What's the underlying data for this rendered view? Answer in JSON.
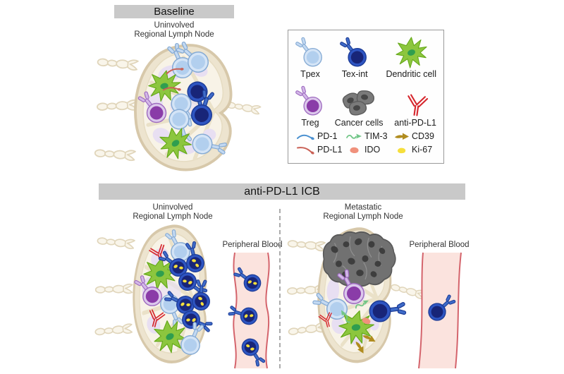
{
  "baseline": {
    "header": "Baseline",
    "node_label": [
      "Uninvolved",
      "Regional Lymph Node"
    ]
  },
  "icb": {
    "header": "anti-PD-L1 ICB",
    "left": {
      "node_label": [
        "Uninvolved",
        "Regional Lymph Node"
      ],
      "blood_label": "Peripheral Blood"
    },
    "right": {
      "node_label": [
        "Metastatic",
        "Regional Lymph Node"
      ],
      "blood_label": "Peripheral Blood"
    }
  },
  "legend": {
    "cells": [
      {
        "icon": "tpex-cell-icon",
        "label": "Tpex"
      },
      {
        "icon": "tex-int-cell-icon",
        "label": "Tex-int"
      },
      {
        "icon": "dendritic-cell-icon",
        "label": "Dendritic cell"
      },
      {
        "icon": "treg-cell-icon",
        "label": "Treg"
      },
      {
        "icon": "cancer-cells-icon",
        "label": "Cancer cells"
      },
      {
        "icon": "anti-pd-l1-antibody-icon",
        "label": "anti-PD-L1"
      }
    ],
    "markers": [
      {
        "icon": "pd-1-marker-icon",
        "label": "PD-1"
      },
      {
        "icon": "tim-3-marker-icon",
        "label": "TIM-3"
      },
      {
        "icon": "cd39-marker-icon",
        "label": "CD39"
      },
      {
        "icon": "pd-l1-marker-icon",
        "label": "PD-L1"
      },
      {
        "icon": "ido-marker-icon",
        "label": "IDO"
      },
      {
        "icon": "ki-67-marker-icon",
        "label": "Ki-67"
      }
    ]
  },
  "colors": {
    "header_bg": "#c9c9c9",
    "tpex": "#b2cfee",
    "tex_int": "#182578",
    "dendritic_cell": "#8cc63e",
    "treg": "#8a3ca8",
    "cancer_cells": "#717171",
    "anti_pdl1_antibody": "#d6272e",
    "pd1": "#4a90d0",
    "pdl1": "#c96055",
    "tim3": "#72c688",
    "ido": "#f0917c",
    "cd39": "#b08c1f",
    "ki67": "#f6df3c",
    "lymph_node": "#ede4cf",
    "blood_vessel": "#fbe3de"
  }
}
